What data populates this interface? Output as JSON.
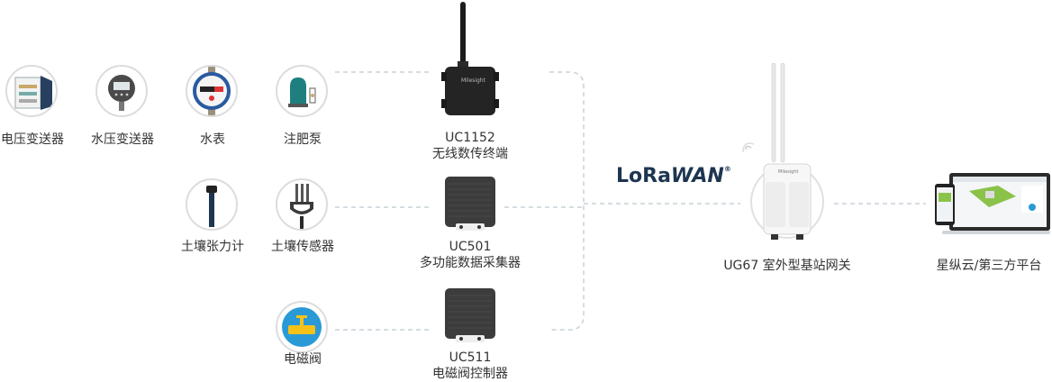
{
  "sensors": [
    {
      "label": "电压变送器",
      "icon": "voltage-cabinet-icon"
    },
    {
      "label": "水压变送器",
      "icon": "pressure-gauge-icon"
    },
    {
      "label": "水表",
      "icon": "water-meter-icon"
    },
    {
      "label": "注肥泵",
      "icon": "fertilizer-pump-icon"
    },
    {
      "label": "土壤张力计",
      "icon": "tensiometer-icon"
    },
    {
      "label": "土壤传感器",
      "icon": "soil-sensor-icon"
    },
    {
      "label": "电磁阀",
      "icon": "solenoid-valve-icon"
    }
  ],
  "devices": [
    {
      "model": "UC1152",
      "name": "无线数传终端",
      "brand": "Milesight"
    },
    {
      "model": "UC501",
      "name": "多功能数据采集器"
    },
    {
      "model": "UC511",
      "name": "电磁阀控制器"
    }
  ],
  "protocol": {
    "lora": "LoRa",
    "wan": "WAN",
    "reg": "®"
  },
  "gateway": {
    "label": "UG67 室外型基站网关",
    "brand": "Milesight"
  },
  "platform": {
    "label": "星纵云/第三方平台"
  },
  "colors": {
    "line": "#c8d2d8",
    "accent_blue": "#2a9ad7",
    "valve_yellow": "#f6c21a",
    "teal": "#1f7f7f"
  }
}
